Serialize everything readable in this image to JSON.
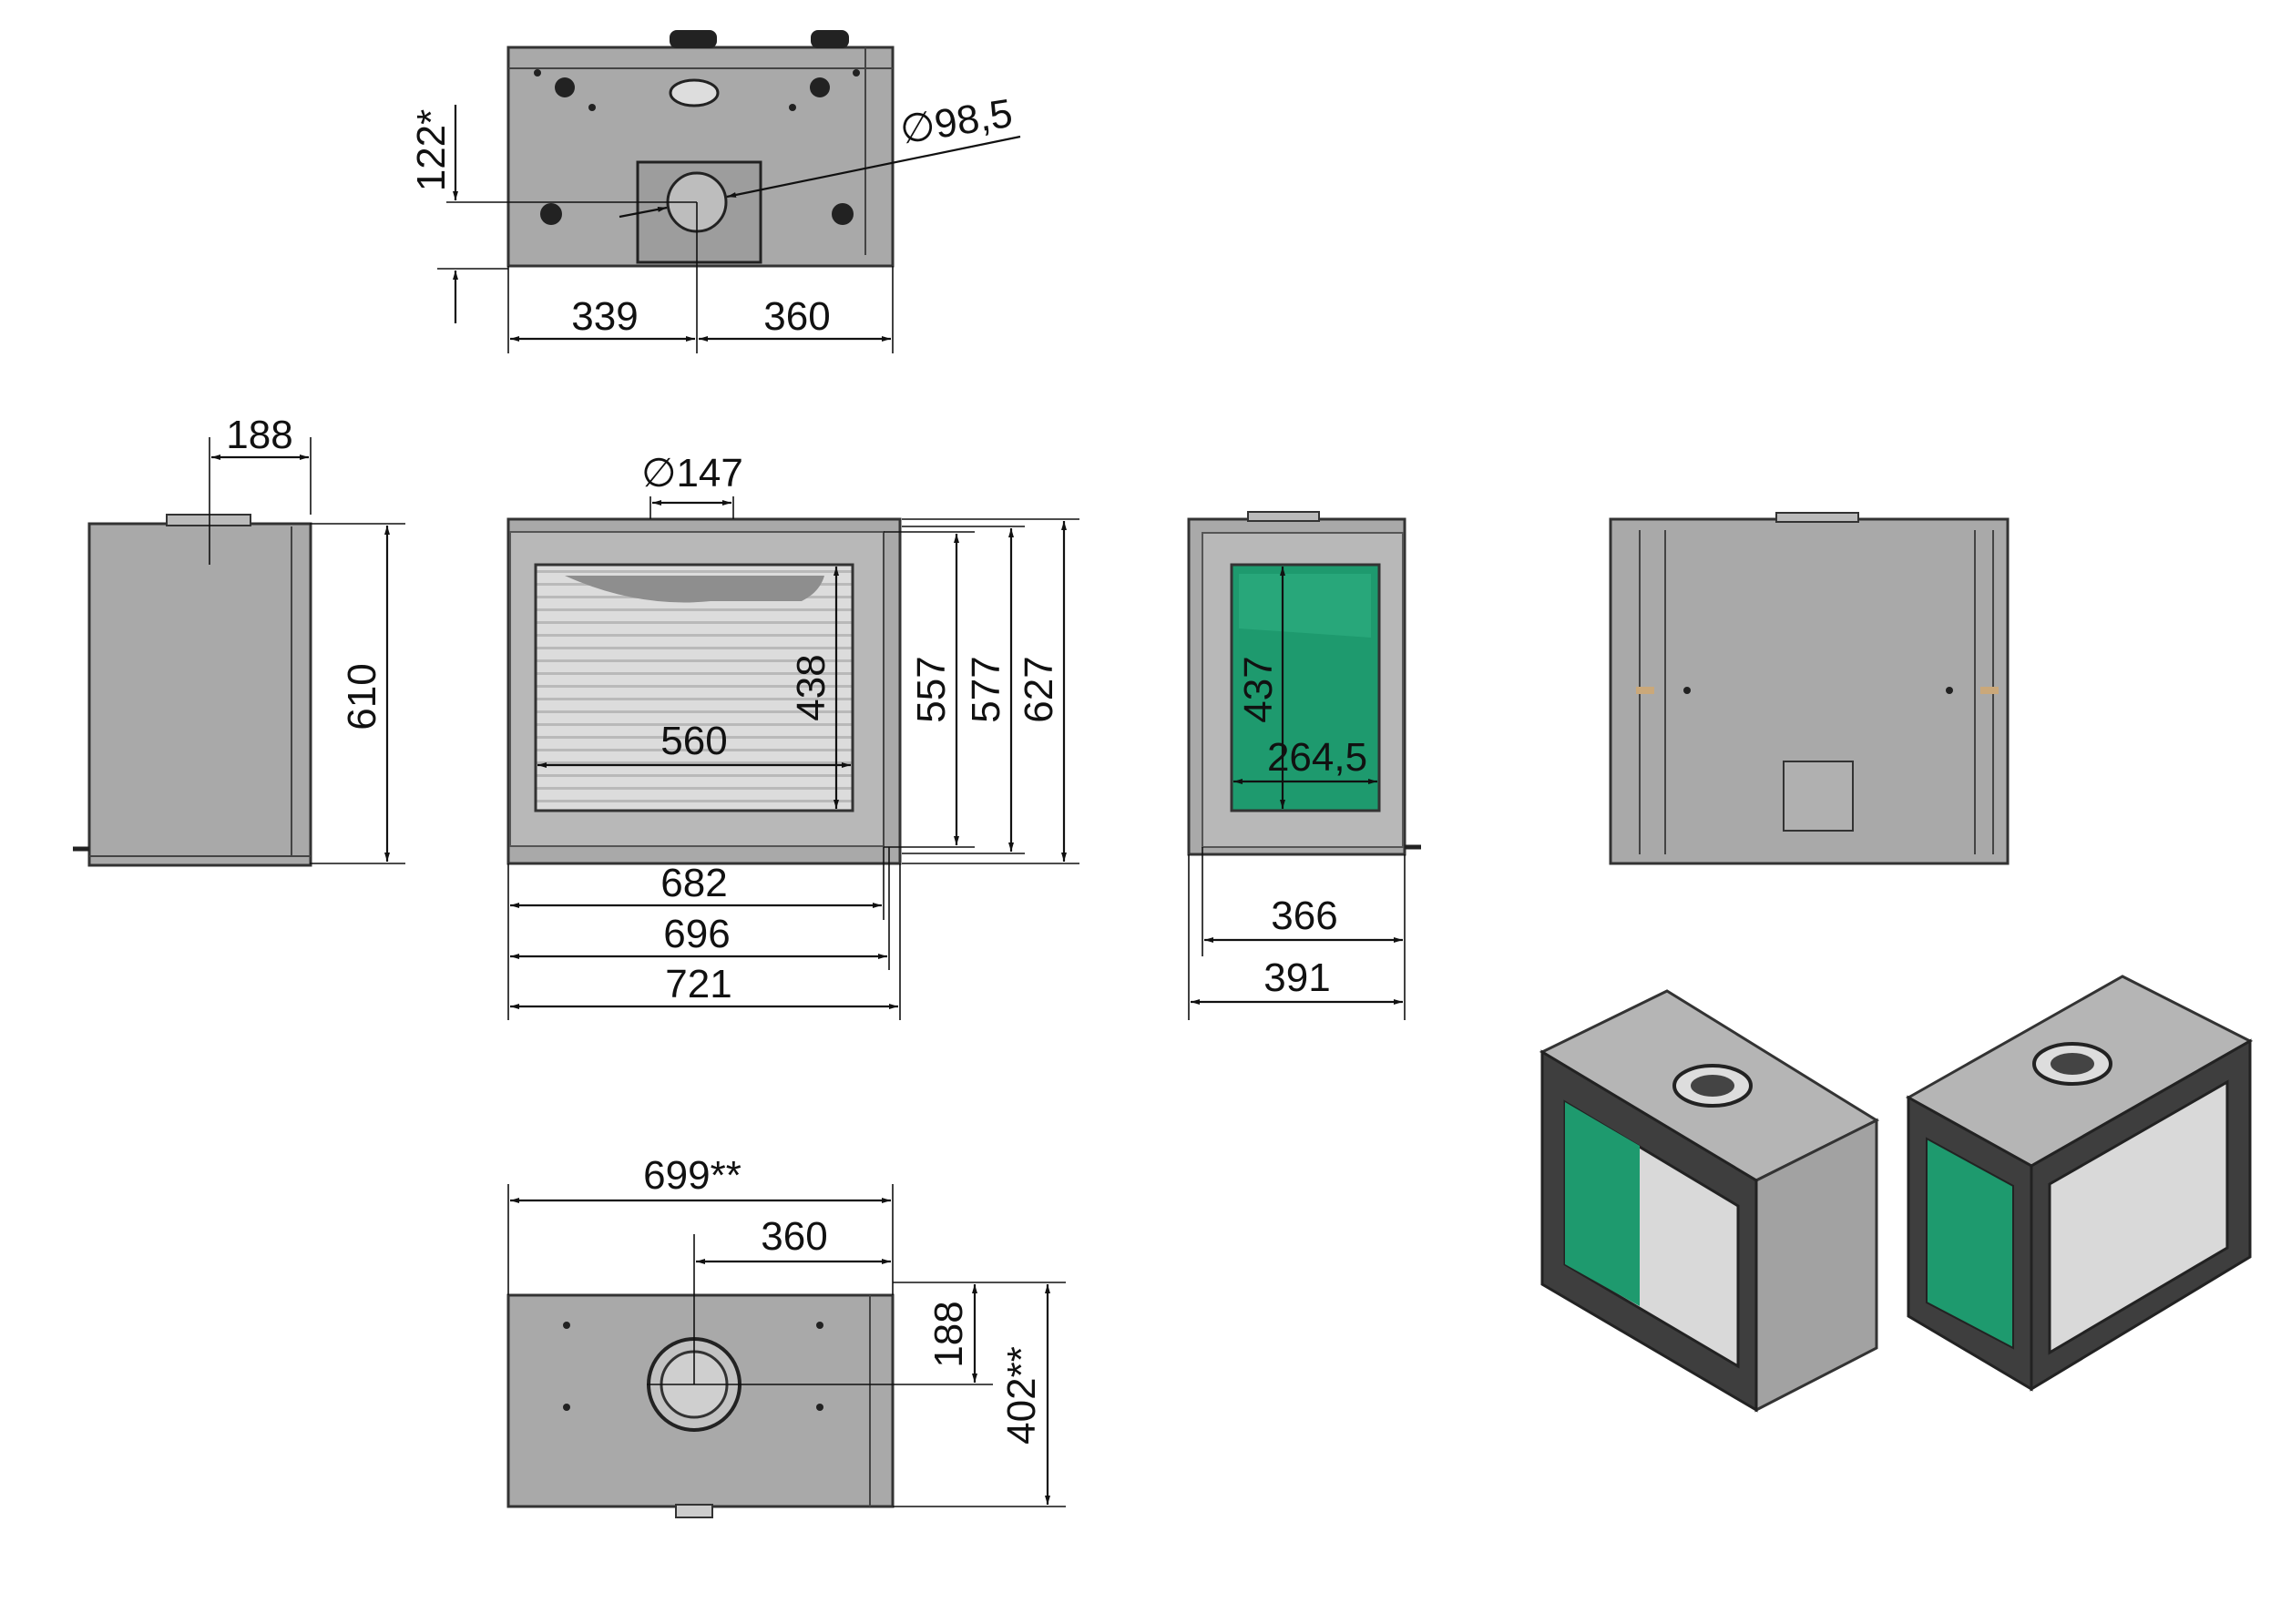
{
  "colors": {
    "body": "#a9a9a9",
    "glass": "#1e9a6e",
    "line": "#111111"
  },
  "dimensions": {
    "top_view": {
      "offset_122": "122*",
      "flue_diameter": "∅98,5",
      "width_left": "339",
      "width_right": "360"
    },
    "side_view": {
      "top_offset": "188",
      "height": "610"
    },
    "front_view": {
      "flue_diameter": "∅147",
      "window_height": "438",
      "window_width": "560",
      "height_557": "557",
      "height_577": "577",
      "height_627": "627",
      "width_682": "682",
      "width_696": "696",
      "width_721": "721"
    },
    "narrow_view": {
      "window_height": "437",
      "window_width": "264,5",
      "width_366": "366",
      "width_391": "391"
    },
    "bottom_view": {
      "width_699": "699**",
      "width_360": "360",
      "depth_188": "188",
      "depth_402": "402**"
    }
  }
}
